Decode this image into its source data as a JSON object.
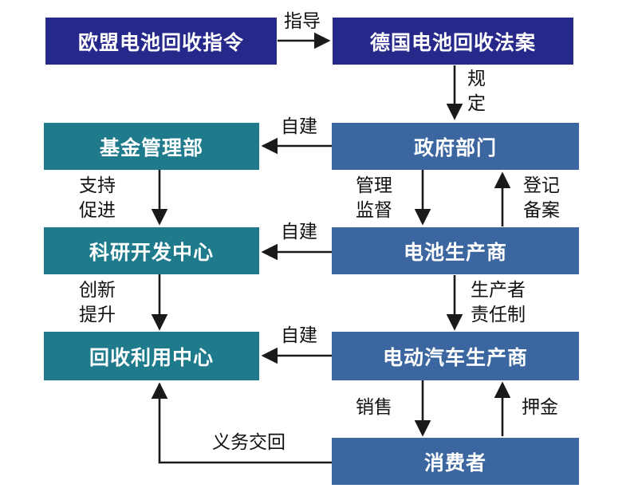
{
  "boxes": {
    "eu_directive": "欧盟电池回收指令",
    "german_law": "德国电池回收法案",
    "fund_mgmt": "基金管理部",
    "government": "政府部门",
    "rd_center": "科研开发中心",
    "battery_maker": "电池生产商",
    "recycle_center": "回收利用中心",
    "ev_maker": "电动汽车生产商",
    "consumer": "消费者"
  },
  "labels": {
    "guide": "指导",
    "regulate_1": "规",
    "regulate_2": "定",
    "self_build_1": "自建",
    "self_build_2": "自建",
    "self_build_3": "自建",
    "support_1": "支持",
    "support_2": "促进",
    "manage_1": "管理",
    "manage_2": "监督",
    "register_1": "登记",
    "register_2": "备案",
    "innovate_1": "创新",
    "innovate_2": "提升",
    "epr_1": "生产者",
    "epr_2": "责任制",
    "sales": "销售",
    "deposit": "押金",
    "return": "义务交回"
  },
  "colors": {
    "navy": "#26288a",
    "teal": "#1f7b8c",
    "slate": "#3b66a0",
    "arrow": "#1a1a1a"
  }
}
